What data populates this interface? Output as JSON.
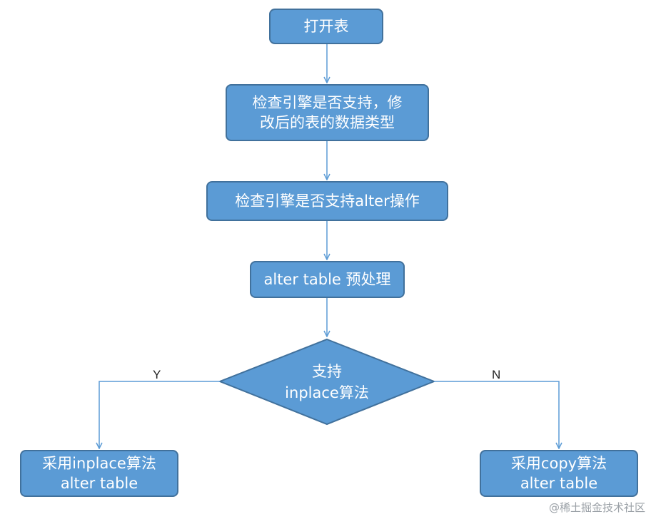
{
  "nodes": {
    "open_table": "打开表",
    "check_type_line1": "检查引擎是否支持，修",
    "check_type_line2": "改后的表的数据类型",
    "check_alter": "检查引擎是否支持alter操作",
    "preprocess": "alter table 预处理",
    "inplace_line1": "采用inplace算法",
    "inplace_line2": "alter table",
    "copy_line1": "采用copy算法",
    "copy_line2": "alter table"
  },
  "decision": {
    "line1": "支持",
    "line2": "inplace算法"
  },
  "branches": {
    "yes": "Y",
    "no": "N"
  },
  "watermark": "@稀土掘金技术社区",
  "colors": {
    "node_fill": "#5b9bd5",
    "node_border": "#41719c",
    "arrow": "#5b9bd5"
  }
}
